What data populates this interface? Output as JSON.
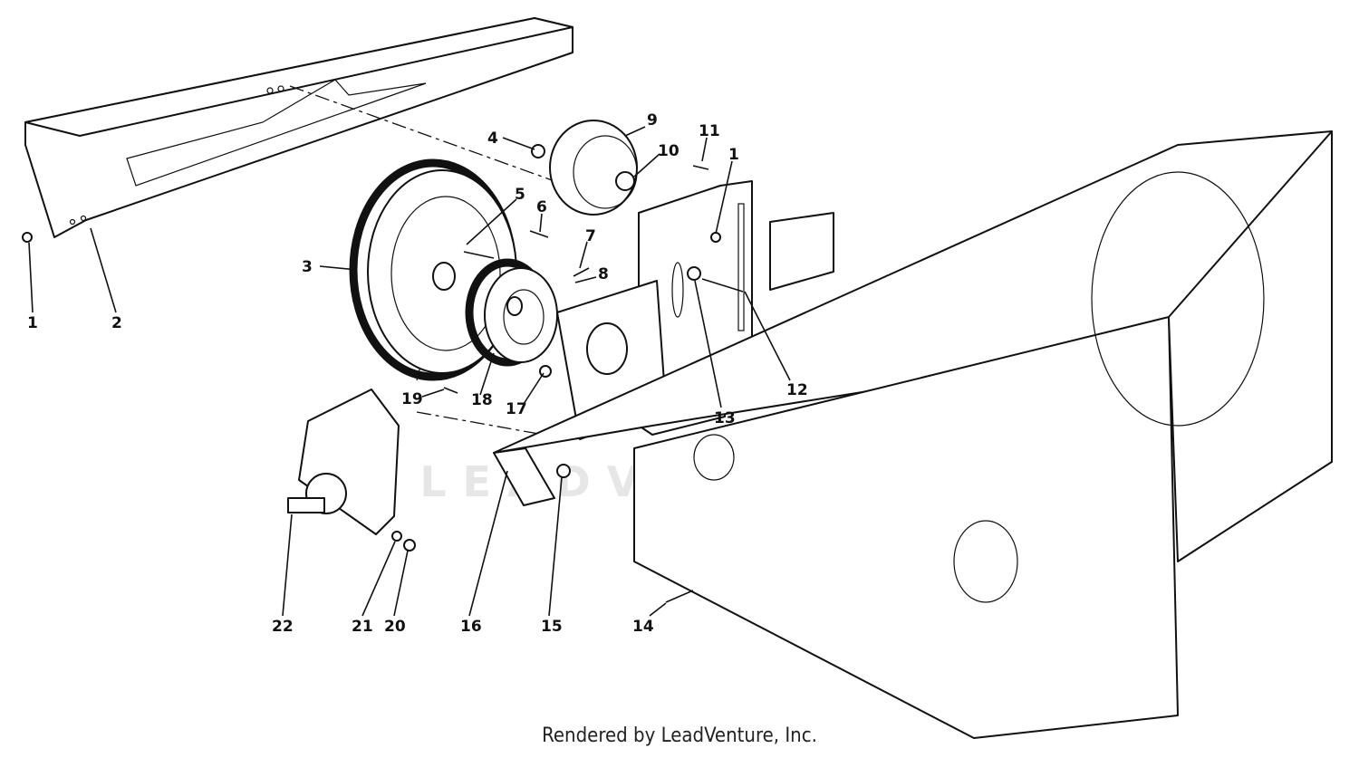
{
  "watermark": "LEADVENTURE",
  "footer": "Rendered by LeadVenture, Inc.",
  "callouts": {
    "c1a": "1",
    "c2": "2",
    "c3": "3",
    "c4": "4",
    "c5": "5",
    "c6": "6",
    "c7": "7",
    "c8": "8",
    "c9": "9",
    "c10": "10",
    "c11": "11",
    "c1b": "1",
    "c12": "12",
    "c13": "13",
    "c14": "14",
    "c15": "15",
    "c16": "16",
    "c17": "17",
    "c18": "18",
    "c19": "19",
    "c20": "20",
    "c21": "21",
    "c22": "22"
  },
  "colors": {
    "line": "#111111",
    "background": "#ffffff",
    "watermark": "#e6e6e6"
  }
}
